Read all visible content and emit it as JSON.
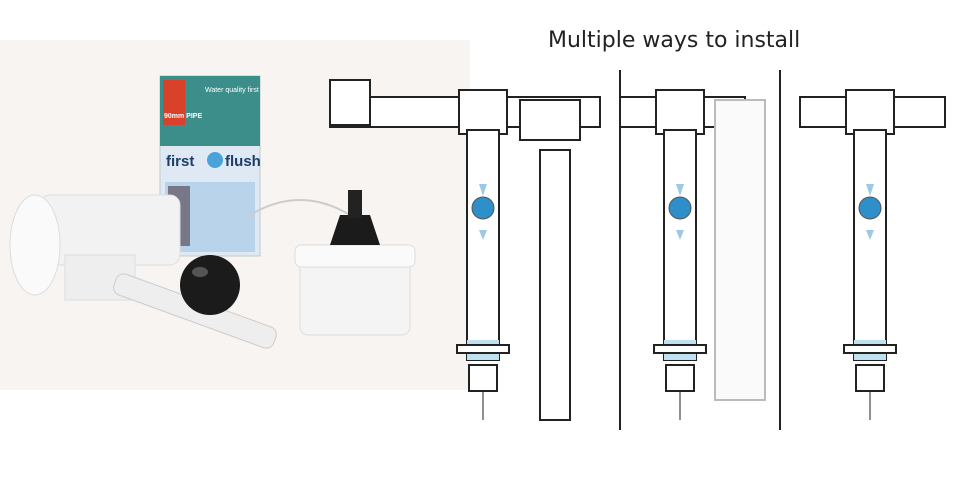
{
  "heading": "Multiple ways to install",
  "product_box": {
    "tagline": "Water quality first",
    "pipe_label": "90mm PIPE",
    "brand_left": "first",
    "brand_right": "flush"
  },
  "colors": {
    "water": "#bfe0f0",
    "ball": "#2f8fc8",
    "arrow": "#9cc9e4",
    "box_blue": "#b9d3ea",
    "box_red": "#d9412b"
  }
}
